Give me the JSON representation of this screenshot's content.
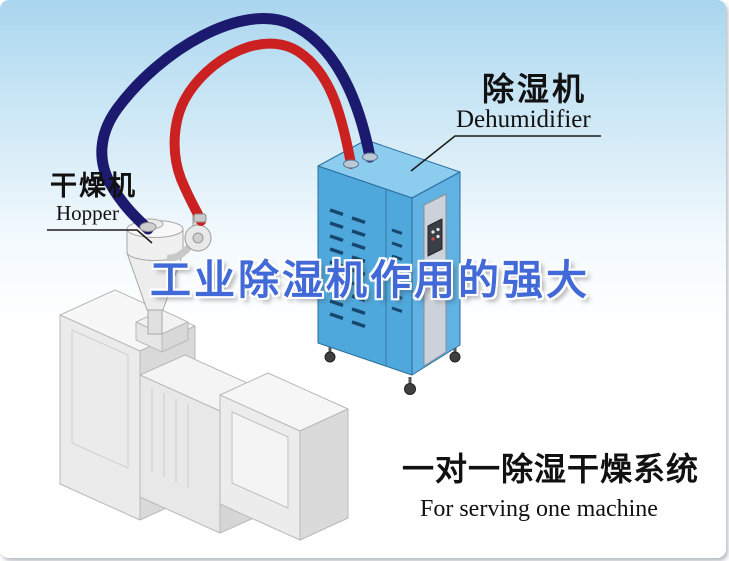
{
  "illustration": {
    "hopper_label": {
      "cn": "干燥机",
      "en": "Hopper"
    },
    "dehumidifier_label": {
      "cn": "除湿机",
      "en": "Dehumidifier"
    }
  },
  "title": {
    "text": "工业除湿机作用的强大"
  },
  "caption": {
    "cn": "一对一除湿干燥系统",
    "en": "For serving one machine"
  },
  "colors": {
    "title_blue": "#4169d8",
    "pipe_navy": "#1c1a6e",
    "pipe_red": "#cc2121",
    "dehumidifier_front": "#4fa8dc",
    "dehumidifier_side": "#5fb2e2",
    "dehumidifier_top": "#8ccdef",
    "sky_blue": "#a9d5ee",
    "machine_gray": "#ebebeb",
    "text_black": "#111111"
  }
}
